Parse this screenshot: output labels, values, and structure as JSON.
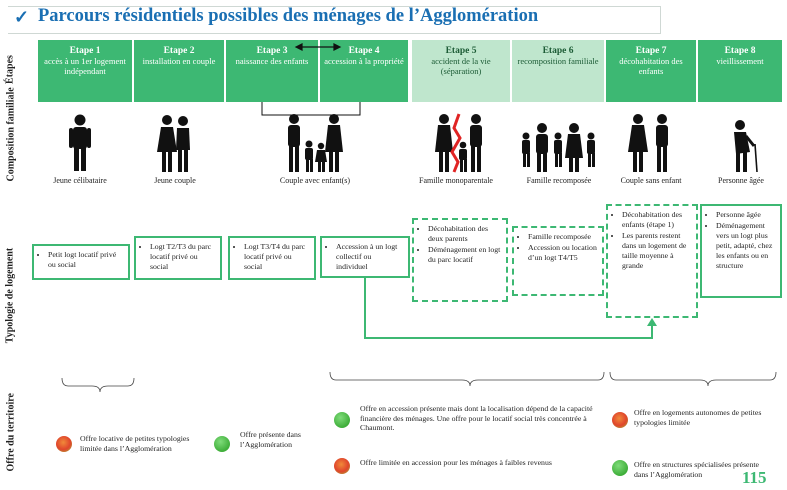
{
  "title": "Parcours résidentiels possibles des ménages de l’Agglomération",
  "check_icon": "check-mark",
  "row_labels": [
    "Étapes",
    "Composition familiale",
    "Typologie de logement",
    "Offre du territoire"
  ],
  "steps": [
    {
      "num": "Etape 1",
      "text": "accès à un 1er logement indépendant",
      "style": "solid"
    },
    {
      "num": "Etape 2",
      "text": "installation en couple",
      "style": "solid"
    },
    {
      "num": "Etape 3",
      "text": "naissance des enfants",
      "style": "solid"
    },
    {
      "num": "Etape 4",
      "text": "accession à la propriété",
      "style": "solid"
    },
    {
      "num": "Etape 5",
      "text": "accident de la vie (séparation)",
      "style": "light"
    },
    {
      "num": "Etape 6",
      "text": "recomposition familiale",
      "style": "light"
    },
    {
      "num": "Etape 7",
      "text": "décohabitation des enfants",
      "style": "solid"
    },
    {
      "num": "Etape 8",
      "text": "vieillissement",
      "style": "solid"
    }
  ],
  "families": [
    {
      "label": "Jeune célibataire",
      "icon": "single-person-icon"
    },
    {
      "label": "Jeune couple",
      "icon": "couple-icon"
    },
    {
      "label": "Couple avec enfant(s)",
      "icon": "family-with-children-icon"
    },
    {
      "label": "Famille monoparentale",
      "icon": "single-parent-family-icon"
    },
    {
      "label": "Famille recomposée",
      "icon": "blended-family-icon"
    },
    {
      "label": "Couple sans enfant",
      "icon": "couple-without-child-icon"
    },
    {
      "label": "Personne âgée",
      "icon": "elderly-person-icon"
    }
  ],
  "housing": [
    {
      "items": [
        "Petit logt locatif privé ou social"
      ]
    },
    {
      "items": [
        "Logt T2/T3 du parc locatif privé ou social"
      ]
    },
    {
      "items": [
        "Logt T3/T4 du parc locatif privé ou social"
      ]
    },
    {
      "items": [
        "Accession à un logt collectif ou individuel"
      ]
    },
    {
      "items": [
        "Décohabitation des deux parents",
        "Déménagement en logt du parc locatif"
      ]
    },
    {
      "items": [
        "Famille recomposée",
        "Accession ou location d’un logt T4/T5"
      ]
    },
    {
      "items": [
        "Décohabitation des enfants (étape 1)",
        "Les parents restent dans un logement de taille moyenne à grande"
      ]
    },
    {
      "items": [
        "Personne âgée",
        "Déménagement vers un logt plus petit, adapté, chez les enfants ou en structure"
      ]
    }
  ],
  "offers": [
    {
      "text": "Offre locative de petites typologies limitée dans l’Agglomération",
      "status": "orange"
    },
    {
      "text": "Offre présente dans l’Agglomération",
      "status": "green"
    },
    {
      "text": "Offre en accession présente mais dont la localisation dépend de la capacité financière des ménages. Une offre pour le locatif social très concentrée à Chaumont.",
      "status": "green"
    },
    {
      "text": "Offre limitée en accession pour les ménages à faibles revenus",
      "status": "orange"
    },
    {
      "text": "Offre en logements autonomes de petites typologies limitée",
      "status": "orange"
    },
    {
      "text": "Offre en structures spécialisées présente dans l’Agglomération",
      "status": "green"
    }
  ],
  "page_number": "115",
  "colors": {
    "accent_green": "#3db873",
    "light_green": "#bfe6cd",
    "title_blue": "#1a6fb3"
  }
}
